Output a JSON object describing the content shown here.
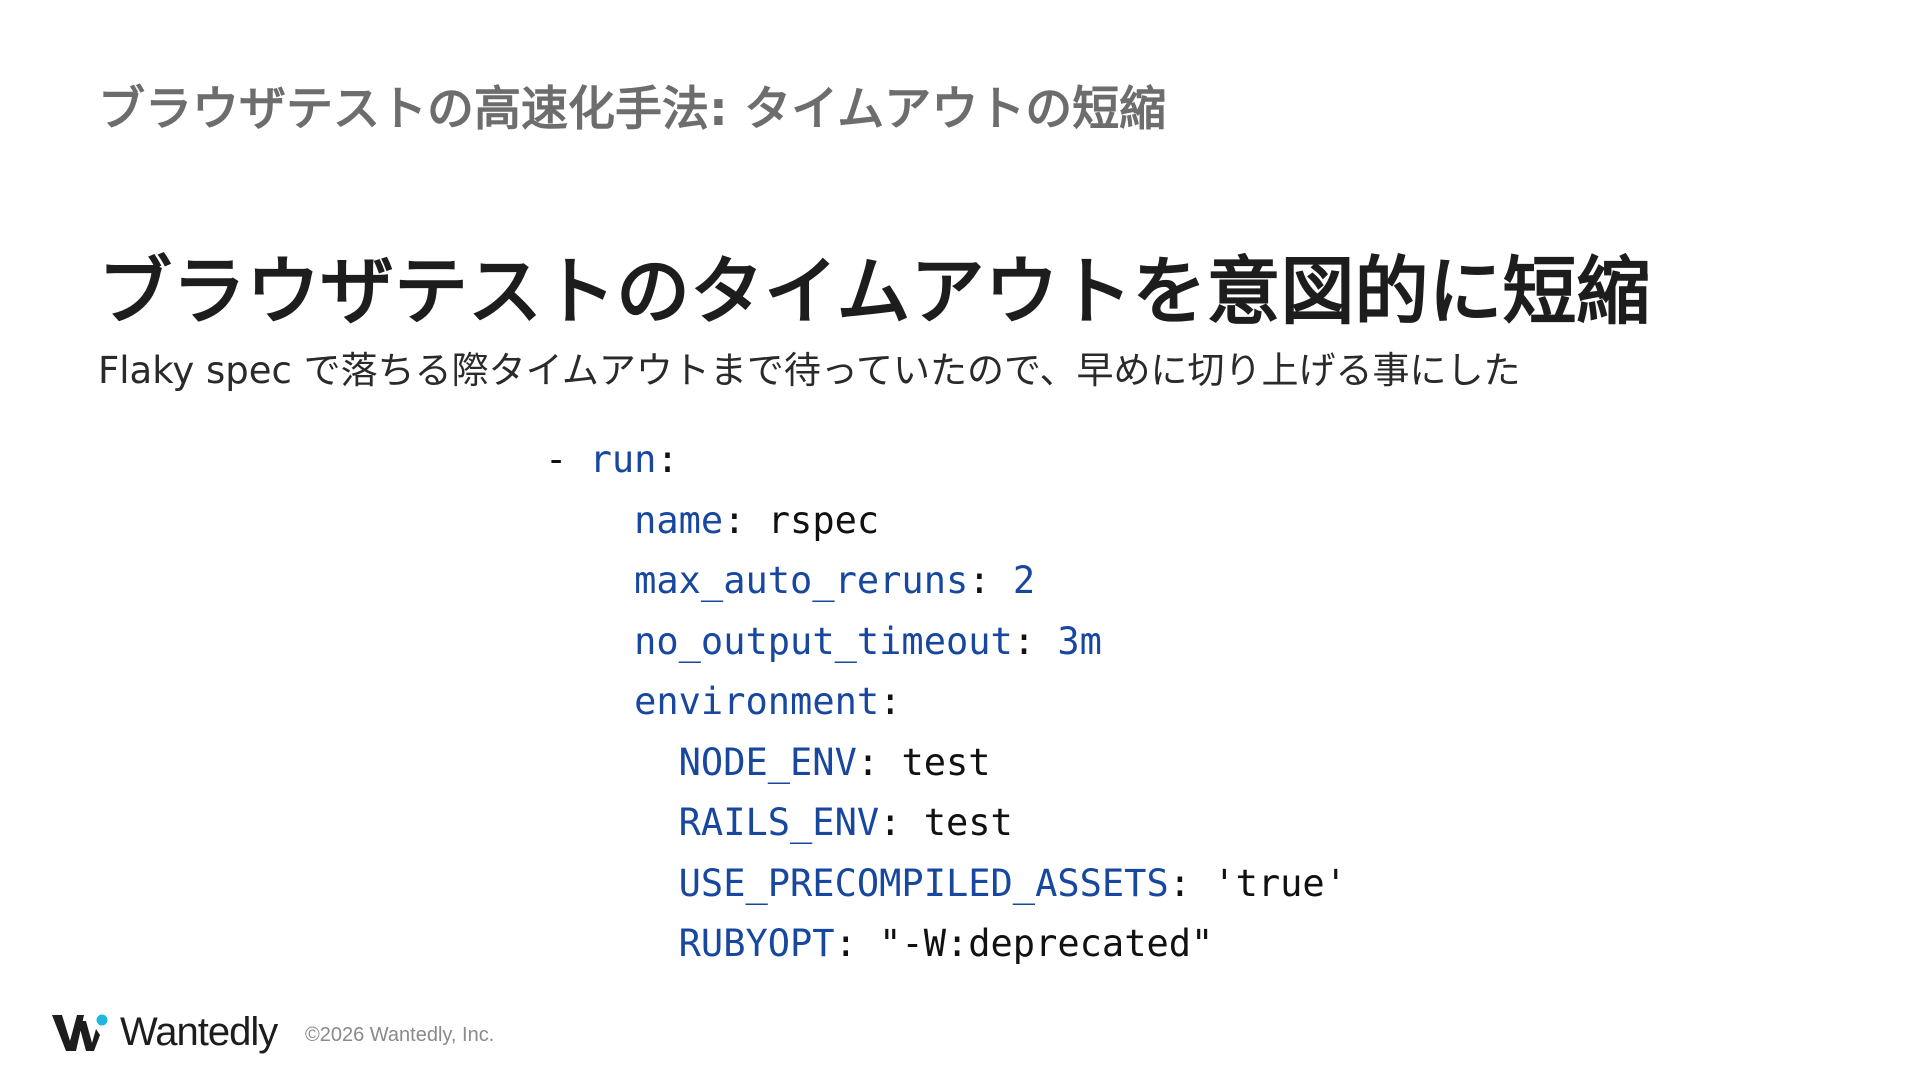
{
  "slide": {
    "section_title": "ブラウザテストの高速化手法: タイムアウトの短縮",
    "headline": "ブラウザテストのタイムアウトを意図的に短縮",
    "subtitle": "Flaky spec で落ちる際タイムアウトまで待っていたので、早めに切り上げる事にした"
  },
  "code": {
    "dash": "- ",
    "run_key": "run",
    "name_key": "name",
    "name_val": "rspec",
    "reruns_key": "max_auto_reruns",
    "reruns_val": "2",
    "timeout_key": "no_output_timeout",
    "timeout_val": "3m",
    "env_key": "environment",
    "node_env_key": "NODE_ENV",
    "node_env_val": "test",
    "rails_env_key": "RAILS_ENV",
    "rails_env_val": "test",
    "assets_key": "USE_PRECOMPILED_ASSETS",
    "assets_val": "'true'",
    "rubyopt_key": "RUBYOPT",
    "rubyopt_val": "\"-W:deprecated\""
  },
  "footer": {
    "logo_text": "Wantedly",
    "copyright": "©2026 Wantedly, Inc."
  },
  "colors": {
    "key": "#17479e",
    "accent_dot": "#1fb6e0"
  }
}
